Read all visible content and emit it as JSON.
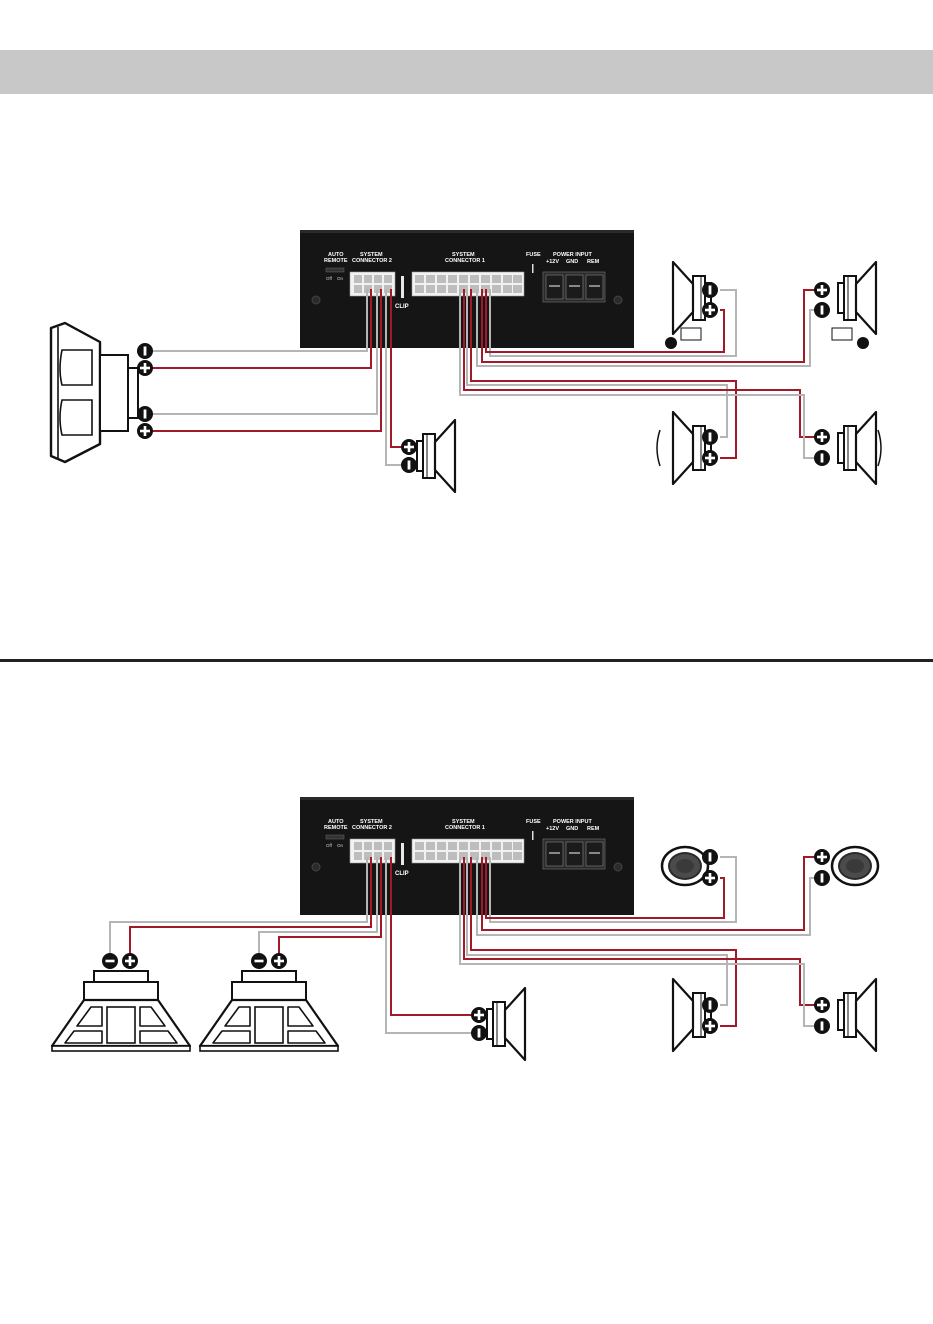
{
  "amp": {
    "auto_remote_1": "AUTO",
    "auto_remote_2": "REMOTE",
    "switch_off": "Off",
    "switch_on": "On",
    "sys2_1": "SYSTEM",
    "sys2_2": "CONNECTOR 2",
    "sys1_1": "SYSTEM",
    "sys1_2": "CONNECTOR 1",
    "fuse": "FUSE",
    "power": "POWER INPUT",
    "v12": "+12V",
    "gnd": "GND",
    "rem": "REM",
    "clip": "CLIP"
  },
  "colors": {
    "positive_wire": "#a01a2a",
    "negative_wire": "#b5b5b5",
    "amp_body": "#151515",
    "header_band": "#c8c8c8"
  },
  "icons": [
    "plus-terminal-icon",
    "minus-terminal-icon",
    "speaker-icon",
    "subwoofer-icon",
    "tweeter-icon"
  ]
}
